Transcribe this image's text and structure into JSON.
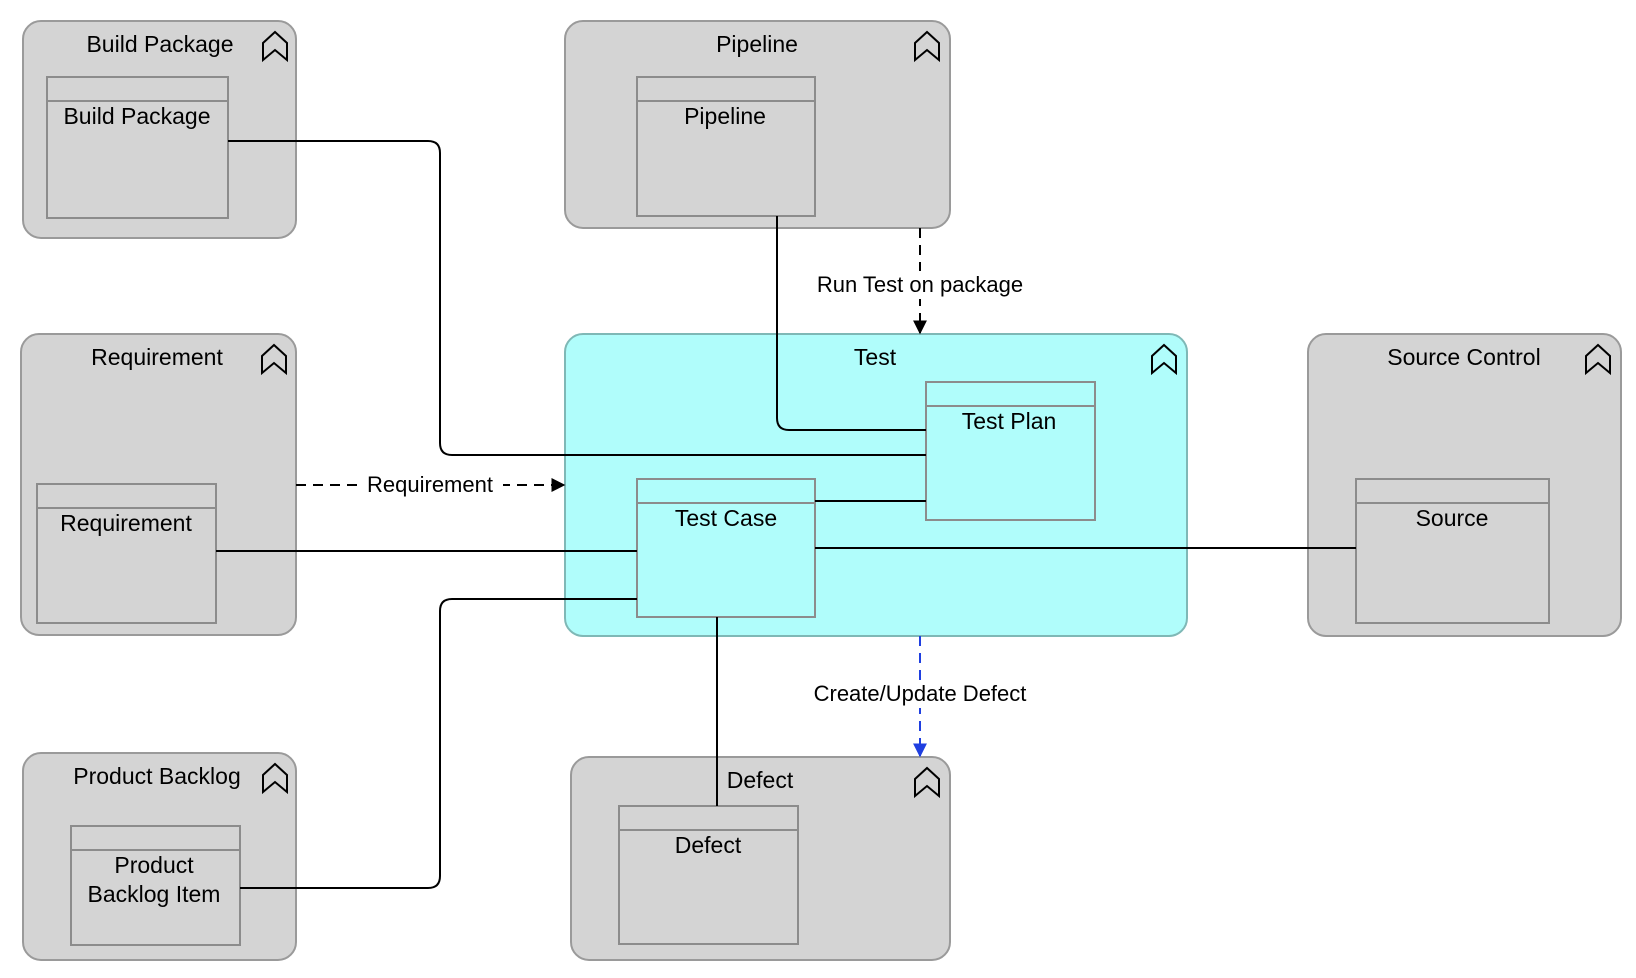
{
  "groups": {
    "build_package": "Build Package",
    "pipeline": "Pipeline",
    "requirement": "Requirement",
    "test": "Test",
    "source_control": "Source Control",
    "product_backlog": "Product Backlog",
    "defect": "Defect"
  },
  "entities": {
    "build_package": "Build Package",
    "pipeline": "Pipeline",
    "requirement": "Requirement",
    "test_plan": "Test Plan",
    "test_case": "Test Case",
    "source": "Source",
    "product_backlog_item_line1": "Product",
    "product_backlog_item_line2": "Backlog Item",
    "defect": "Defect"
  },
  "edges": {
    "run_test": "Run Test on package",
    "requirement": "Requirement",
    "create_update_defect": "Create/Update Defect"
  },
  "icons": {
    "group_collapse": "collapse-chevron-icon"
  },
  "colors": {
    "group_fill": "#d4d4d4",
    "highlight_fill": "#b0fdfb",
    "defect_flow": "#1f3fe0"
  }
}
